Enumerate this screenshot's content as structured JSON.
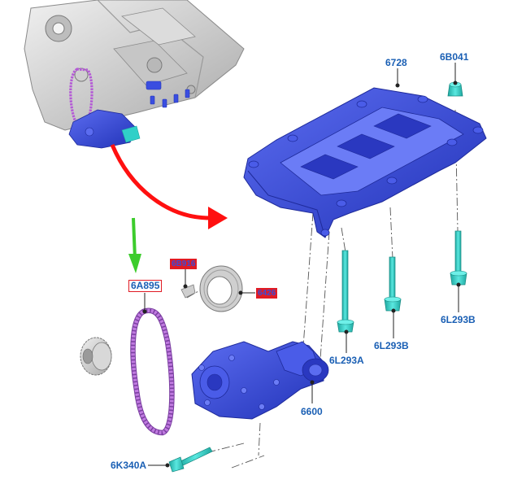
{
  "labels": {
    "p6728": "6728",
    "p6b041": "6B041",
    "p6a895": "6A895",
    "p6b916": "6B916",
    "p6426": "6426",
    "p6l293a": "6L293A",
    "p6l293b_mid": "6L293B",
    "p6l293b_right": "6L293B",
    "p6600": "6600",
    "p6k340a": "6K340A"
  },
  "colors": {
    "part_blue": "#3a4ee0",
    "part_blue_dark": "#2233b8",
    "chain_purple": "#b45ad6",
    "bolt_teal": "#30d0c8",
    "engine_gray": "#d4d4d4",
    "label_blue": "#1a5fb4",
    "callout_red": "#e01b24",
    "arrow_green": "#3ccc2c",
    "arrow_red": "#ff1010"
  }
}
